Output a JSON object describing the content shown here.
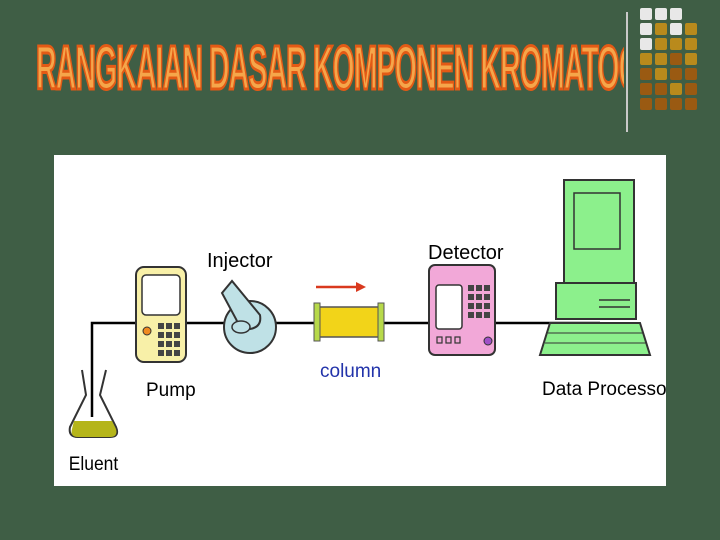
{
  "slide": {
    "title": "RANGKAIAN DASAR KOMPONEN KROMATOGRAFI",
    "colors": {
      "background": "#3f5e45",
      "title_fill": "#f5a64a",
      "title_stroke": "#e35a15",
      "dot_white": "#e8e8e8",
      "dot_gold": "#b98a1c",
      "dot_brown": "#9a5a12"
    }
  },
  "diagram": {
    "labels": {
      "eluent": "Eluent",
      "pump": "Pump",
      "injector": "Injector",
      "column": "column",
      "detector": "Detector",
      "data_processor": "Data Processor"
    },
    "colors": {
      "eluent_liquid": "#b5b51a",
      "pump_body": "#f8f0a8",
      "injector_body": "#bfe1e6",
      "column_fill": "#f2d419",
      "column_end": "#b7d94a",
      "detector_body": "#f2a8d8",
      "computer_body": "#8cf08c",
      "arrow": "#d9391e",
      "column_label": "#2233aa"
    }
  }
}
